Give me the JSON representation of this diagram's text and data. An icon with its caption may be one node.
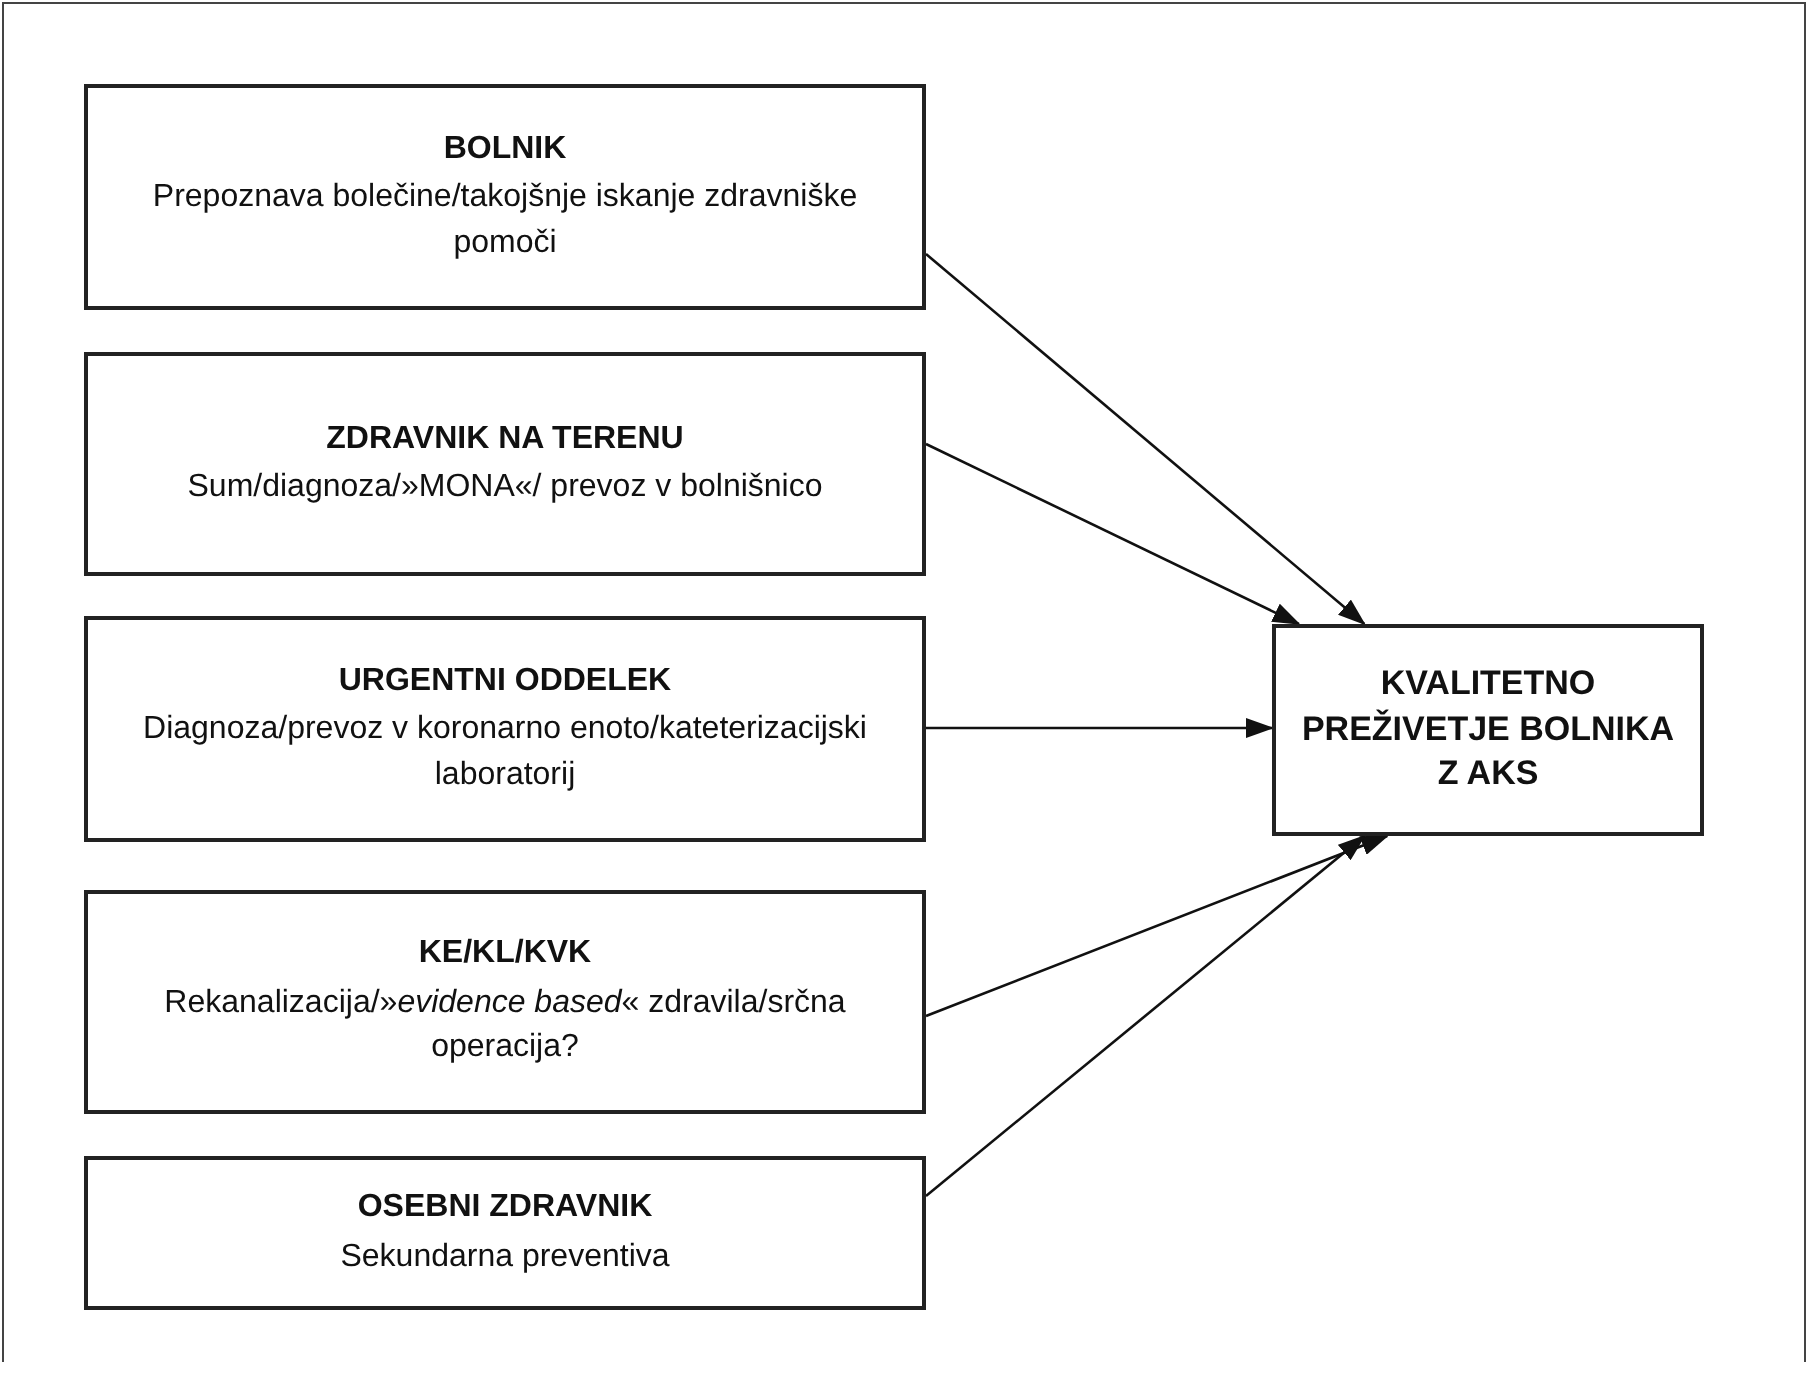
{
  "diagram": {
    "nodes": [
      {
        "text": [
          "BOLNIK",
          "Prepoznava bolečine/takojšnje iskanje zdravniške pomoči"
        ]
      },
      {
        "text": [
          "ZDRAVNIK NA TERENU",
          "Sum/diagnoza/»MONA«/ prevoz v bolnišnico"
        ]
      },
      {
        "text": [
          "URGENTNI ODDELEK",
          "Diagnoza/prevoz v koronarno enoto/kateterizacijski laboratorij"
        ]
      },
      {
        "text": [
          "KE/KL/KVK",
          "Rekanalizacija/»*evidence based*« zdravila/srčna operacija?"
        ]
      },
      {
        "text": [
          "OSEBNI ZDRAVNIK",
          "Sekundarna preventiva"
        ]
      },
      {
        "text": [
          "KVALITETNO PREŽIVETJE BOLNIKA Z AKS"
        ]
      }
    ],
    "edges": [
      {
        "from": 0,
        "to": 5,
        "arrow": "to"
      },
      {
        "from": 1,
        "to": 5,
        "arrow": "to"
      },
      {
        "from": 2,
        "to": 5,
        "arrow": "to"
      },
      {
        "from": 3,
        "to": 5,
        "arrow": "to"
      },
      {
        "from": 4,
        "to": 5,
        "arrow": "to"
      }
    ]
  }
}
